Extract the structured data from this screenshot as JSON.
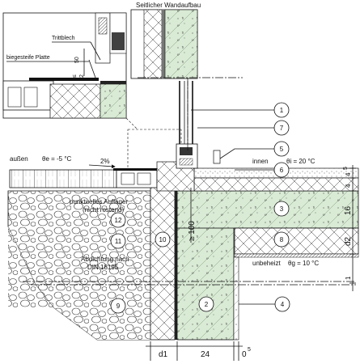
{
  "labels": {
    "inset_title": "Seitlicher Wandaufbau",
    "trittblech": "Trittblech",
    "platte": "biegesteife Platte",
    "inset_dim_a": "50",
    "inset_dim_b": "2",
    "inset_dim_rel": "≤",
    "aussen": "außen",
    "theta_e": "θe = -5 °C",
    "slope": "2%",
    "innen": "innen",
    "theta_i": "θi = 20 °C",
    "auflager_1": "punktuelles Auflager",
    "auflager_2": "(nicht rostend)",
    "abdichtung_1": "Abdichtung nach",
    "abdichtung_2": "DIN 18195",
    "unbeheizt": "unbeheizt",
    "theta_g": "θg = 10 °C",
    "ge100": "≥ 100"
  },
  "callouts": [
    "1",
    "7",
    "5",
    "6",
    "3",
    "8",
    "2",
    "4",
    "12",
    "11",
    "10",
    "9"
  ],
  "dimensions": {
    "right": [
      "4",
      "5",
      "4",
      "16",
      "d2",
      "1"
    ],
    "bottom": [
      "d1",
      "24",
      "0",
      "5"
    ]
  }
}
